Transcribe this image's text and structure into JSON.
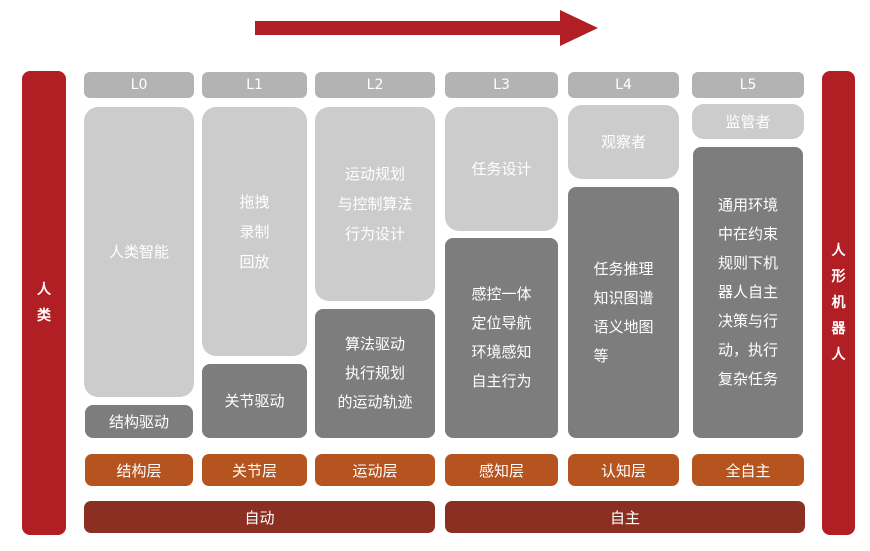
{
  "side_labels": {
    "left": [
      "人",
      "类"
    ],
    "right": [
      "人",
      "形",
      "机",
      "器",
      "人"
    ]
  },
  "levels": [
    "L0",
    "L1",
    "L2",
    "L3",
    "L4",
    "L5"
  ],
  "upper_boxes": {
    "l0": [
      "人类智能"
    ],
    "l1": [
      "拖拽",
      "录制",
      "回放"
    ],
    "l2": [
      "运动规划",
      "与控制算法",
      "行为设计"
    ],
    "l3": [
      "任务设计"
    ],
    "l4": [
      "观察者"
    ],
    "l5": [
      "监管者"
    ]
  },
  "lower_boxes": {
    "l0": [
      "结构驱动"
    ],
    "l1": [
      "关节驱动"
    ],
    "l2": [
      "算法驱动",
      "执行规划",
      "的运动轨迹"
    ],
    "l3": [
      "感控一体",
      "定位导航",
      "环境感知",
      "自主行为"
    ],
    "l4": [
      "任务推理",
      "知识图谱",
      "语义地图",
      "等"
    ],
    "l5": [
      "通用环境",
      "中在约束",
      "规则下机",
      "器人自主",
      "决策与行",
      "动，执行",
      "复杂任务"
    ]
  },
  "layers": [
    "结构层",
    "关节层",
    "运动层",
    "感知层",
    "认知层",
    "全自主"
  ],
  "bands": [
    "自动",
    "自主"
  ],
  "colors": {
    "arrow": "#b11f24",
    "side": "#b11f24",
    "level_tab": "#b3b3b3",
    "light_box": "#cccccc",
    "dark_box": "#7d7d7d",
    "layer": "#b5541f",
    "band": "#8b2f22"
  }
}
